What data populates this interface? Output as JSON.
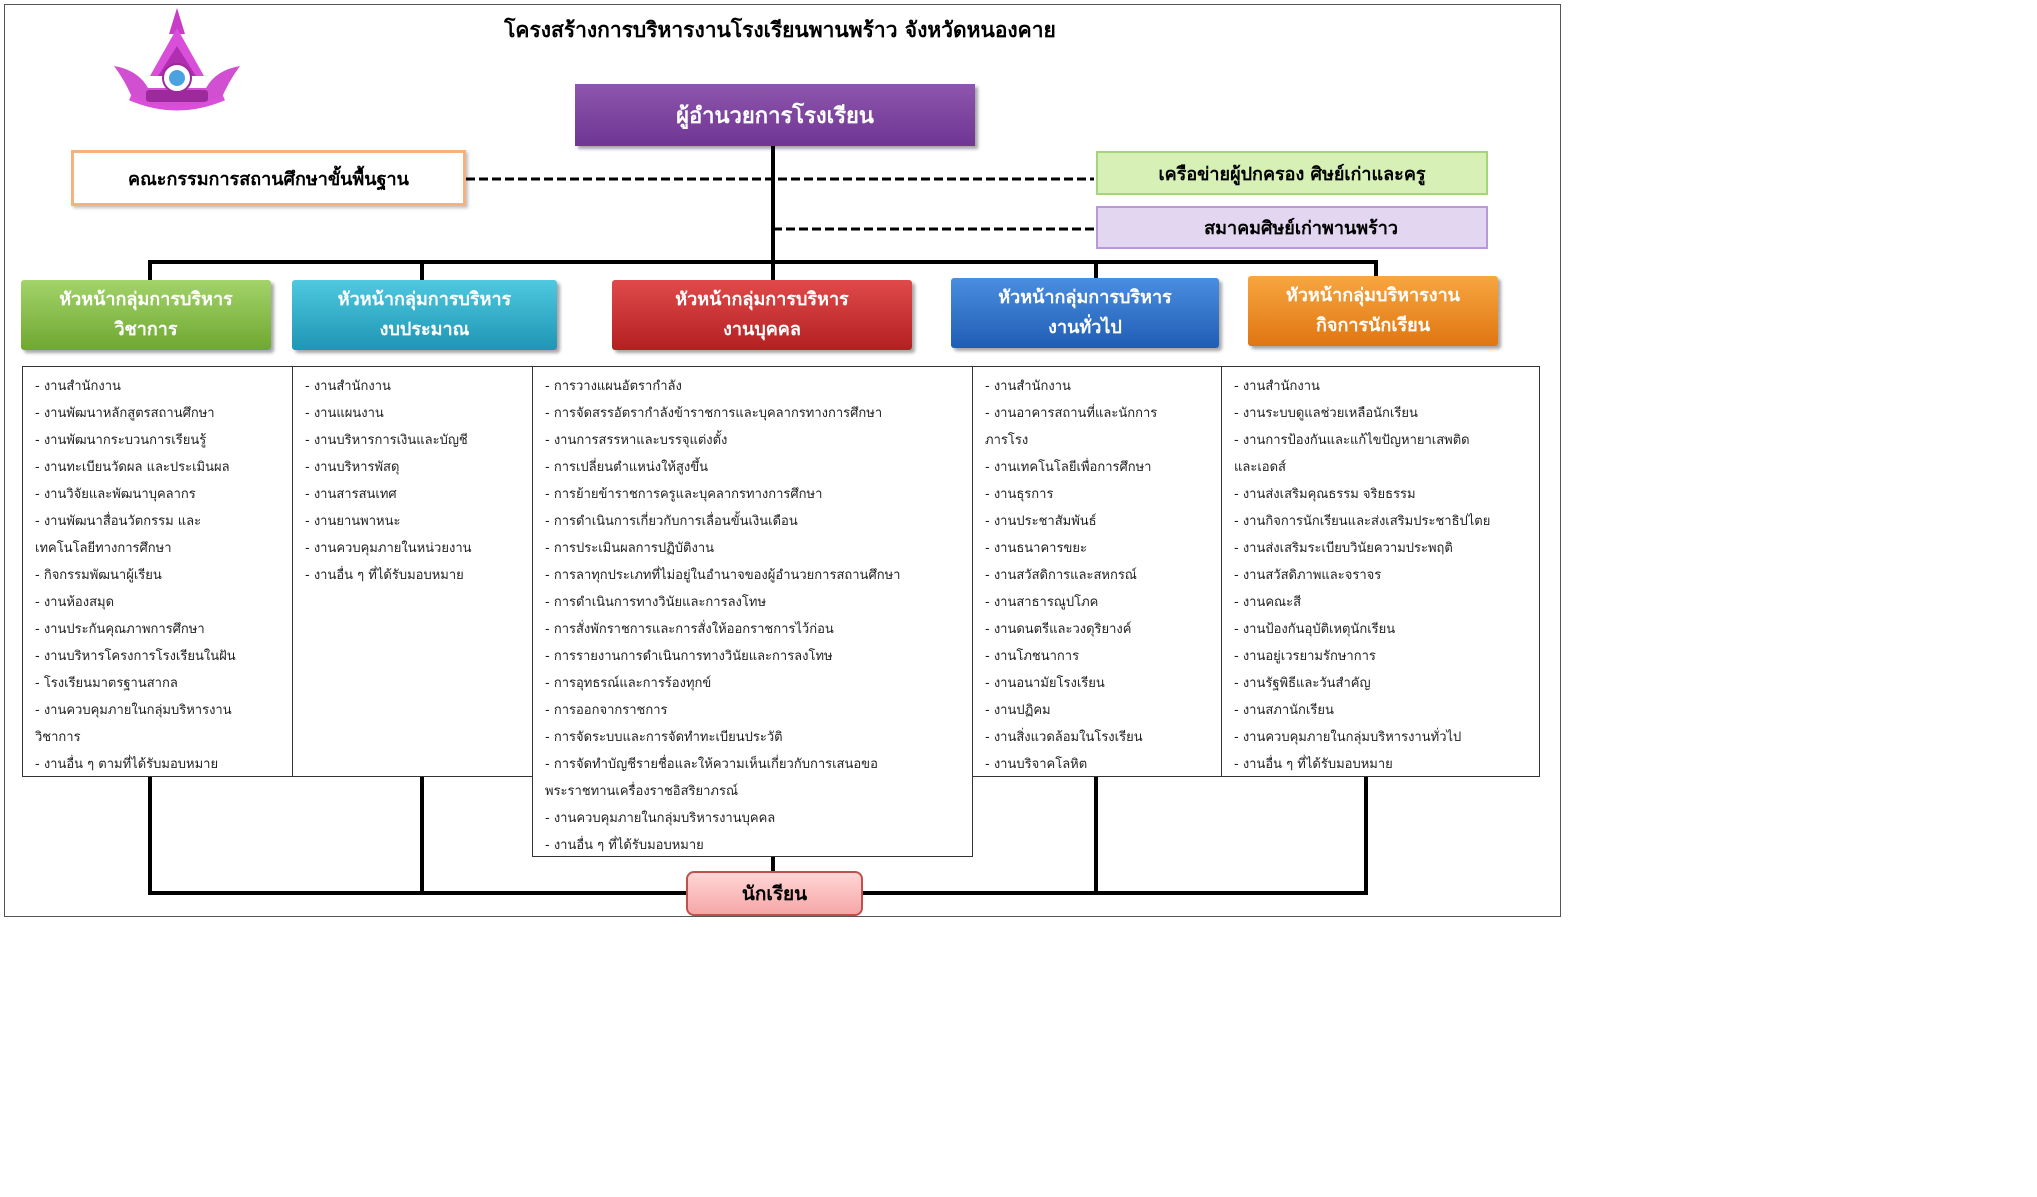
{
  "title": "โครงสร้างการบริหารงานโรงเรียนพานพร้าว จังหวัดหนองคาย",
  "logo": {
    "icon": "school-emblem-icon",
    "color": "#c83cc8"
  },
  "director": "ผู้อำนวยการโรงเรียน",
  "committee": "คณะกรรมการสถานศึกษาขั้นพื้นฐาน",
  "network": "เครือข่ายผู้ปกครอง ศิษย์เก่าและครู",
  "alumni": "สมาคมศิษย์เก่าพานพร้าว",
  "students": "นักเรียน",
  "groups": [
    {
      "head_line1": "หัวหน้ากลุ่มการบริหาร",
      "head_line2": "วิชาการ",
      "color": "#7cb342",
      "items": [
        "- งานสำนักงาน",
        "- งานพัฒนาหลักสูตรสถานศึกษา",
        "- งานพัฒนากระบวนการเรียนรู้",
        "- งานทะเบียนวัดผล และประเมินผล",
        "- งานวิจัยและพัฒนาบุคลากร",
        "- งานพัฒนาสื่อนวัตกรรม และ",
        "เทคโนโลยีทางการศึกษา",
        "- กิจกรรมพัฒนาผู้เรียน",
        "- งานห้องสมุด",
        "- งานประกันคุณภาพการศึกษา",
        "- งานบริหารโครงการโรงเรียนในฝัน",
        "- โรงเรียนมาตรฐานสากล",
        "- งานควบคุมภายในกลุ่มบริหารงาน",
        "วิชาการ",
        "- งานอื่น ๆ ตามที่ได้รับมอบหมาย"
      ]
    },
    {
      "head_line1": "หัวหน้ากลุ่มการบริหาร",
      "head_line2": "งบประมาณ",
      "color": "#26a4c4",
      "items": [
        "- งานสำนักงาน",
        "- งานแผนงาน",
        "- งานบริหารการเงินและบัญชี",
        "- งานบริหารพัสดุ",
        "- งานสารสนเทศ",
        "- งานยานพาหนะ",
        "- งานควบคุมภายในหน่วยงาน",
        "- งานอื่น ๆ ที่ได้รับมอบหมาย"
      ]
    },
    {
      "head_line1": "หัวหน้ากลุ่มการบริหาร",
      "head_line2": "งานบุคคล",
      "color": "#c62828",
      "items": [
        "- การวางแผนอัตรากำลัง",
        "- การจัดสรรอัตรากำลังข้าราชการและบุคลากรทางการศึกษา",
        "- งานการสรรหาและบรรจุแต่งตั้ง",
        "- การเปลี่ยนตำแหน่งให้สูงขึ้น",
        "- การย้ายข้าราชการครูและบุคลากรทางการศึกษา",
        "- การดำเนินการเกี่ยวกับการเลื่อนขั้นเงินเดือน",
        "- การประเมินผลการปฏิบัติงาน",
        "- การลาทุกประเภทที่ไม่อยู่ในอำนาจของผู้อำนวยการสถานศึกษา",
        "- การดำเนินการทางวินัยและการลงโทษ",
        "- การสั่งพักราชการและการสั่งให้ออกราชการไว้ก่อน",
        "- การรายงานการดำเนินการทางวินัยและการลงโทษ",
        "- การอุทธรณ์และการร้องทุกข์",
        "- การออกจากราชการ",
        "- การจัดระบบและการจัดทำทะเบียนประวัติ",
        "- การจัดทำบัญชีรายชื่อและให้ความเห็นเกี่ยวกับการเสนอขอ",
        "พระราชทานเครื่องราชอิสริยาภรณ์",
        "- งานควบคุมภายในกลุ่มบริหารงานบุคคล",
        "- งานอื่น ๆ ที่ได้รับมอบหมาย"
      ]
    },
    {
      "head_line1": "หัวหน้ากลุ่มการบริหาร",
      "head_line2": "งานทั่วไป",
      "color": "#2f6fc4",
      "items": [
        "- งานสำนักงาน",
        "- งานอาคารสถานที่และนักการ",
        "ภารโรง",
        "- งานเทคโนโลยีเพื่อการศึกษา",
        "- งานธุรการ",
        "- งานประชาสัมพันธ์",
        "- งานธนาคารขยะ",
        "- งานสวัสดิการและสหกรณ์",
        "- งานสาธารณูปโภค",
        "- งานดนตรีและวงดุริยางค์",
        "- งานโภชนาการ",
        "- งานอนามัยโรงเรียน",
        "- งานปฏิคม",
        "- งานสิ่งแวดล้อมในโรงเรียน",
        "- งานบริจาคโลหิต"
      ]
    },
    {
      "head_line1": "หัวหน้ากลุ่มบริหารงาน",
      "head_line2": "กิจการนักเรียน",
      "color": "#ef8a1f",
      "items": [
        "- งานสำนักงาน",
        "- งานระบบดูแลช่วยเหลือนักเรียน",
        "- งานการป้องกันและแก้ไขปัญหายาเสพติด",
        "และเอดส์",
        "- งานส่งเสริมคุณธรรม จริยธรรม",
        "- งานกิจการนักเรียนและส่งเสริมประชาธิปไตย",
        "- งานส่งเสริมระเบียบวินัยความประพฤติ",
        "- งานสวัสดิภาพและจราจร",
        "- งานคณะสี",
        "- งานป้องกันอุบัติเหตุนักเรียน",
        "- งานอยู่เวรยามรักษาการ",
        "- งานรัฐพิธีและวันสำคัญ",
        "- งานสภานักเรียน",
        "- งานควบคุมภายในกลุ่มบริหารงานทั่วไป",
        "- งานอื่น ๆ ที่ได้รับมอบหมาย"
      ]
    }
  ]
}
